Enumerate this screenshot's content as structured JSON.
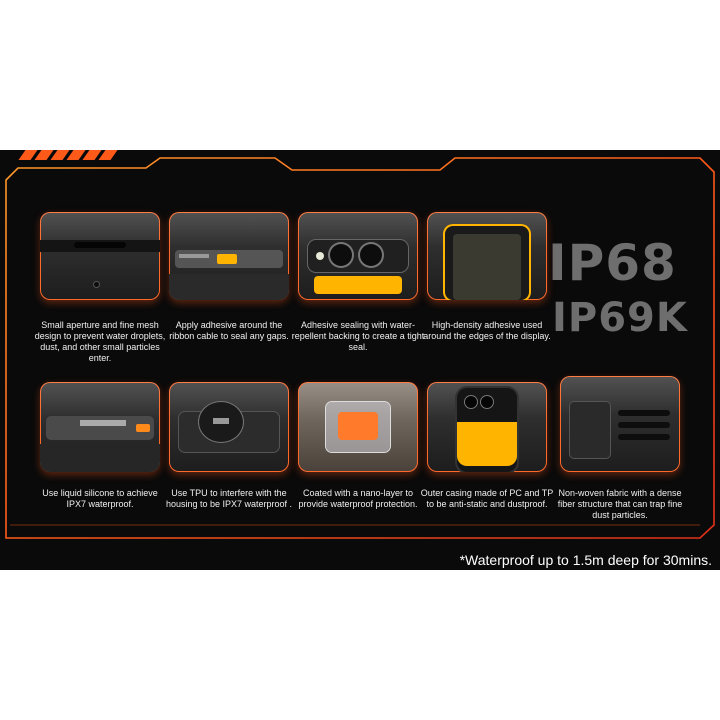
{
  "ratings": {
    "primary": "IP68",
    "secondary": "IP69K"
  },
  "features": [
    {
      "caption": "Small aperture and fine mesh design to prevent water droplets, dust, and other small particles enter.",
      "image": "earpiece-mesh"
    },
    {
      "caption": "Apply adhesive around the ribbon cable to seal any gaps.",
      "image": "ribbon-cable-adhesive"
    },
    {
      "caption": "Adhesive sealing with water-repellent backing to create a tight seal.",
      "image": "rear-camera-seal"
    },
    {
      "caption": "High-density adhesive used around the edges of the display.",
      "image": "display-edge-adhesive"
    },
    {
      "caption": "Use liquid silicone to achieve IPX7 waterproof.",
      "image": "liquid-silicone-seal"
    },
    {
      "caption": "Use TPU to interfere with the housing to be IPX7 waterproof .",
      "image": "tpu-port-cover"
    },
    {
      "caption": "Coated with a nano-layer to provide waterproof protection.",
      "image": "nano-coated-chip"
    },
    {
      "caption": "Outer casing made of PC and TP to be anti-static and dustproof.",
      "image": "outer-casing"
    },
    {
      "caption": "Non-woven fabric with a dense fiber structure that can trap fine dust particles.",
      "image": "speaker-fabric"
    }
  ],
  "note": "*Waterproof up to 1.5m deep for 30mins.",
  "colors": {
    "accent": "#ff6a2a",
    "highlight": "#ffb400",
    "background": "#0a0a0a"
  }
}
